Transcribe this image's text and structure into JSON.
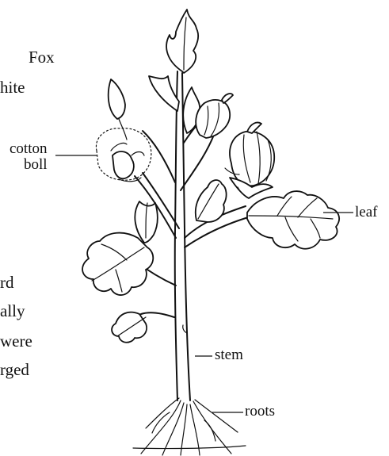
{
  "side_text_fragments": [
    "Fox",
    "hite",
    "rd",
    "ally",
    "were",
    "rged"
  ],
  "labels": {
    "cotton_boll": "cotton\nboll",
    "leaf": "leaf",
    "stem": "stem",
    "roots": "roots"
  },
  "colors": {
    "ink": "#111111",
    "background": "#ffffff"
  }
}
